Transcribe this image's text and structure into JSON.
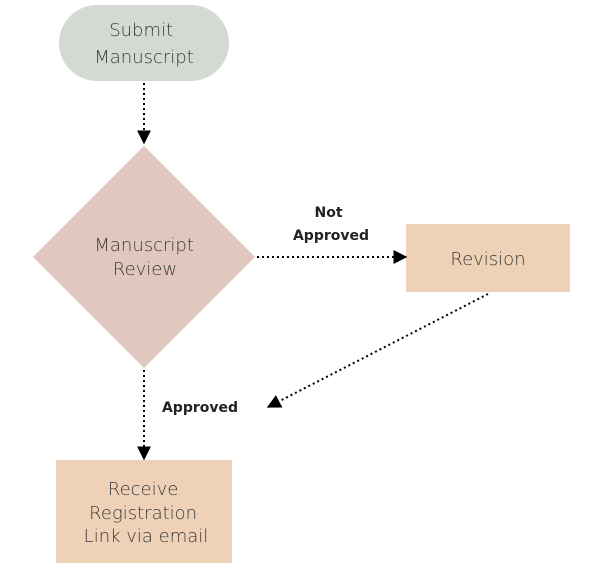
{
  "nodes": {
    "submit": {
      "lines": [
        "Submit",
        "Manuscript"
      ],
      "color": "#d2dad2"
    },
    "review": {
      "lines": [
        "Manuscript",
        "Review"
      ],
      "color": "#e0c8bf"
    },
    "revision": {
      "lines": [
        "Revision"
      ],
      "color": "#efd1b8"
    },
    "receive": {
      "lines": [
        "Receive",
        "Registration",
        "Link via email"
      ],
      "color": "#efd1b8"
    }
  },
  "edges": {
    "not_approved": {
      "lines": [
        "Not",
        "Approved"
      ]
    },
    "approved": {
      "label": "Approved"
    }
  }
}
